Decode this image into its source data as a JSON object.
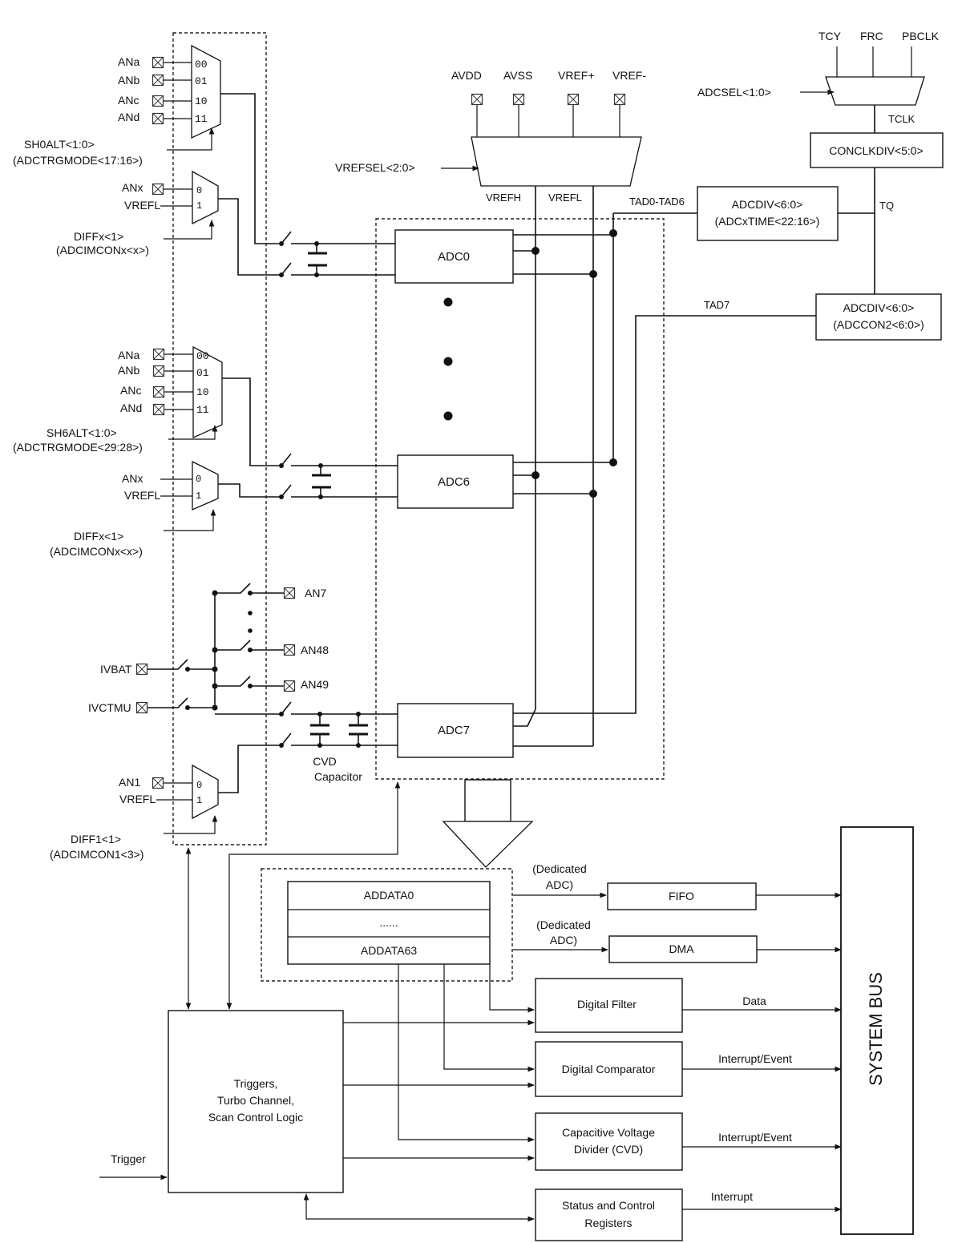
{
  "left_inputs": {
    "mux0": {
      "an_a": "ANa",
      "an_b": "ANb",
      "an_c": "ANc",
      "an_d": "ANd",
      "sel0": "00",
      "sel1": "01",
      "sel2": "10",
      "sel3": "11",
      "ctrl_line1": "SH0ALT<1:0>",
      "ctrl_line2": "(ADCTRGMODE<17:16>)"
    },
    "diff0": {
      "an_x": "ANx",
      "vref": "VREFL",
      "sel0": "0",
      "sel1": "1",
      "ctrl_line1": "DIFFx<1>",
      "ctrl_line2": "(ADCIMCONx<x>)"
    },
    "mux6": {
      "an_a": "ANa",
      "an_b": "ANb",
      "an_c": "ANc",
      "an_d": "ANd",
      "sel0": "00",
      "sel1": "01",
      "sel2": "10",
      "sel3": "11",
      "ctrl_line1": "SH6ALT<1:0>",
      "ctrl_line2": "(ADCTRGMODE<29:28>)"
    },
    "diff6": {
      "an_x": "ANx",
      "vref": "VREFL",
      "sel0": "0",
      "sel1": "1",
      "ctrl_line1": "DIFFx<1>",
      "ctrl_line2": "(ADCIMCONx<x>)"
    },
    "shared": {
      "an7": "AN7",
      "an48": "AN48",
      "an49": "AN49",
      "ivbat": "IVBAT",
      "ivctmu": "IVCTMU"
    },
    "diff7": {
      "an_1": "AN1",
      "vref": "VREFL",
      "sel0": "0",
      "sel1": "1",
      "ctrl_line1": "DIFF1<1>",
      "ctrl_line2": "(ADCIMCON1<3>)"
    }
  },
  "reference": {
    "avdd": "AVDD",
    "avss": "AVSS",
    "vrefp": "VREF+",
    "vrefm": "VREF-",
    "vrefsel": "VREFSEL<2:0>",
    "vrefh": "VREFH",
    "vrefl": "VREFL"
  },
  "clock": {
    "tcy": "TCY",
    "frc": "FRC",
    "pbclk": "PBCLK",
    "adcsel": "ADCSEL<1:0>",
    "tclk": "TCLK",
    "concl": "CONCLKDIV<5:0>",
    "tq": "TQ",
    "adcdiv_a_line1": "ADCDIV<6:0>",
    "adcdiv_a_line2": "(ADCxTIME<22:16>)",
    "tad06": "TAD0-TAD6",
    "adcdiv_b_line1": "ADCDIV<6:0>",
    "adcdiv_b_line2": "(ADCCON2<6:0>)",
    "tad7": "TAD7"
  },
  "adcs": {
    "adc0": "ADC0",
    "adc6": "ADC6",
    "adc7": "ADC7",
    "cvd_line1": "CVD",
    "cvd_line2": "Capacitor"
  },
  "data_path": {
    "addata0": "ADDATA0",
    "ellipsis": "......",
    "addata63": "ADDATA63",
    "dedicated1_line1": "(Dedicated",
    "dedicated1_line2": "ADC)",
    "dedicated2_line1": "(Dedicated",
    "dedicated2_line2": "ADC)",
    "fifo": "FIFO",
    "dma": "DMA"
  },
  "blocks": {
    "digital_filter": "Digital Filter",
    "digital_comparator": "Digital Comparator",
    "cvd_line1": "Capacitive Voltage",
    "cvd_line2": "Divider (CVD)",
    "status_line1": "Status and Control",
    "status_line2": "Registers",
    "triggers_line1": "Triggers,",
    "triggers_line2": "Turbo Channel,",
    "triggers_line3": "Scan Control Logic",
    "trigger_input": "Trigger"
  },
  "outputs": {
    "data": "Data",
    "int_event1": "Interrupt/Event",
    "int_event2": "Interrupt/Event",
    "interrupt": "Interrupt"
  },
  "system_bus": "SYSTEM BUS"
}
